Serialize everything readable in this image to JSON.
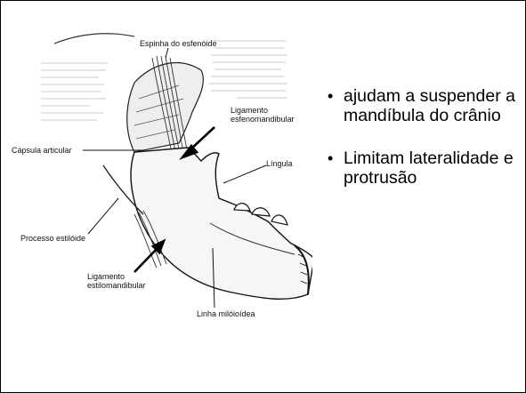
{
  "slide": {
    "bullets": [
      {
        "text": "ajudam  a suspender a mandíbula do crânio"
      },
      {
        "text": "Limitam lateralidade e protrusão"
      }
    ],
    "bullet_glyph": "•"
  },
  "figure": {
    "labels": {
      "espinha": "Espinha do esfenóide",
      "lig_esfeno": "Ligamento esfenomandibular",
      "capsula": "Cápsula articular",
      "lingula": "Língula",
      "processo": "Processo estilóide",
      "lig_estilo": "Ligamento estilomandibular",
      "linha": "Linha milóioídea"
    }
  }
}
